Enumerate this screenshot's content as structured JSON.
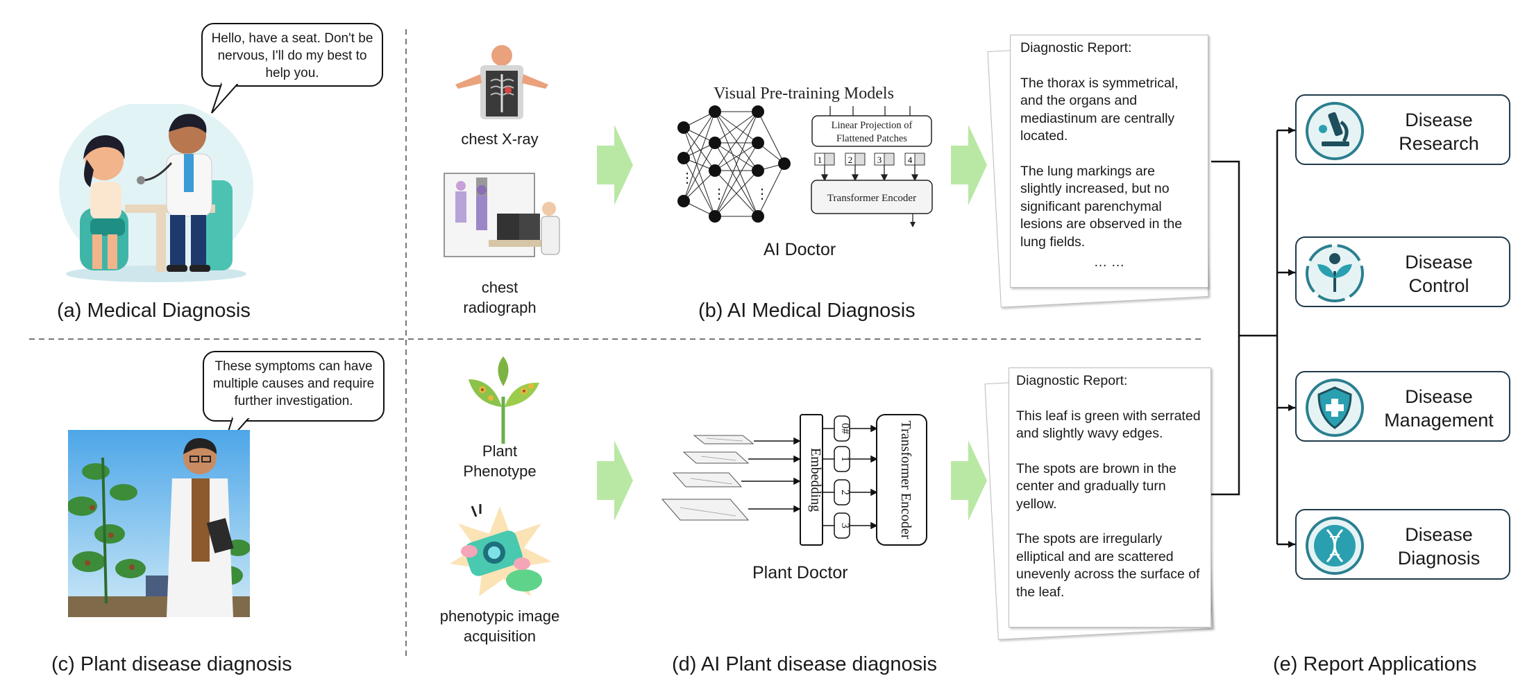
{
  "panels": {
    "a": {
      "label": "(a) Medical Diagnosis",
      "speech": "Hello, have a seat. Don't be nervous, I'll do my best to help you."
    },
    "b": {
      "label": "(b) AI Medical Diagnosis",
      "input1_caption": "chest X-ray",
      "input2_caption": "chest radiograph",
      "model_title": "Visual Pre-training Models",
      "projection_label": "Linear Projection of Flattened Patches",
      "encoder_label": "Transformer Encoder",
      "patch_tokens": [
        "1",
        "2",
        "3",
        "4"
      ],
      "doctor_label": "AI Doctor",
      "report": {
        "title": "Diagnostic Report:",
        "paragraphs": [
          "The thorax is symmetrical, and the organs and mediastinum are centrally located.",
          "The lung markings are slightly increased, but no significant parenchymal lesions are observed in the lung fields."
        ],
        "ellipsis": "… …"
      }
    },
    "c": {
      "label": "(c) Plant disease diagnosis",
      "speech": "These symptoms can have multiple causes and require further investigation."
    },
    "d": {
      "label": "(d) AI Plant disease diagnosis",
      "input1_caption": "Plant Phenotype",
      "input2_caption": "phenotypic image acquisition",
      "embedding_label": "Embedding",
      "encoder_label": "Transformer Encoder",
      "tokens": [
        "0#",
        "1",
        "2",
        "3"
      ],
      "doctor_label": "Plant Doctor",
      "report": {
        "title": "Diagnostic Report:",
        "paragraphs": [
          "This leaf is green with serrated and slightly wavy edges.",
          "The spots are brown in the center and gradually turn yellow.",
          "The spots are irregularly elliptical and are scattered unevenly across the surface of the leaf."
        ]
      }
    },
    "e": {
      "label": "(e) Report Applications",
      "apps": [
        {
          "label": "Disease Research",
          "icon": "microscope-icon"
        },
        {
          "label": "Disease Control",
          "icon": "plant-control-icon"
        },
        {
          "label": "Disease Management",
          "icon": "shield-icon"
        },
        {
          "label": "Disease Diagnosis",
          "icon": "dna-icon"
        }
      ]
    }
  },
  "colors": {
    "arrow": "#b9e8a4",
    "app_border": "#1f3a4a",
    "icon_teal": "#2a7f8f",
    "divider": "#777777"
  }
}
